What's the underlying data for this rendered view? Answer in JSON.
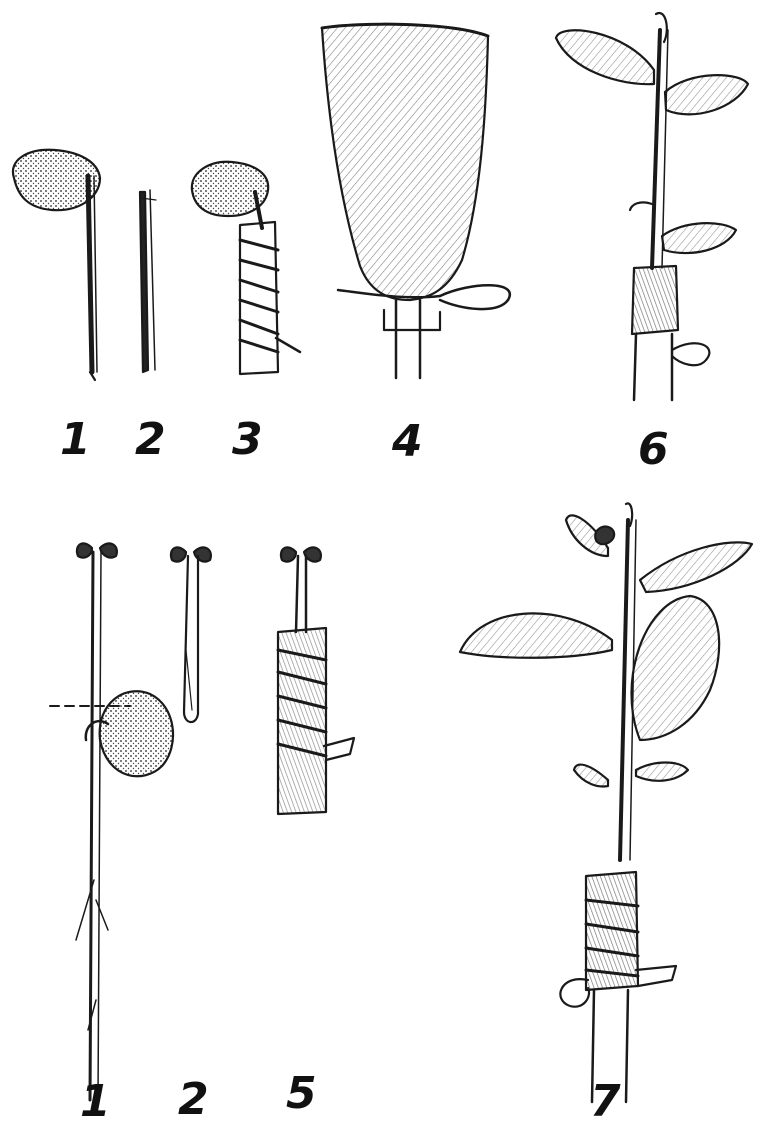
{
  "figure_labels": {
    "top": [
      "1",
      "2",
      "3",
      "4",
      "6"
    ],
    "bottom": [
      "1",
      "2",
      "5",
      "7"
    ]
  },
  "colors": {
    "ink": "#1a1a1a",
    "paper": "#ffffff",
    "shade": "#555555"
  }
}
